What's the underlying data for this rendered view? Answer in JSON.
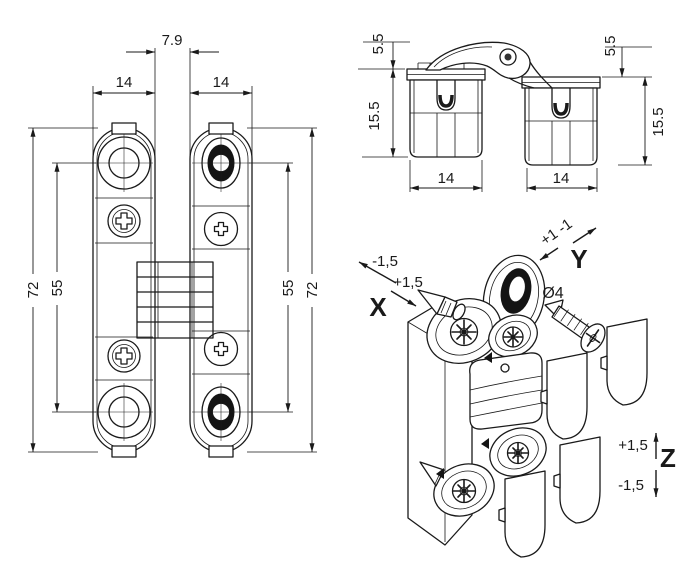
{
  "page": {
    "background": "#ffffff",
    "line_color": "#1a1a1a"
  },
  "front_view": {
    "dims": {
      "gap": "7.9",
      "plate_width_left": "14",
      "plate_width_right": "14",
      "overall_height_left": "72",
      "hole_spacing_left": "55",
      "hole_spacing_right": "55",
      "overall_height_right": "72"
    }
  },
  "side_view": {
    "dims": {
      "arm_clearance_left": "5.5",
      "body_depth_left": "15.5",
      "arm_clearance_right": "5.5",
      "body_depth_right": "15.5",
      "cup_width_left": "14",
      "cup_width_right": "14"
    }
  },
  "exploded_view": {
    "axis_x": {
      "label": "X",
      "neg": "-1,5",
      "pos": "+1,5"
    },
    "axis_y": {
      "label": "Y",
      "range": "+1 -1"
    },
    "axis_z": {
      "label": "Z",
      "pos": "+1,5",
      "neg": "-1,5"
    },
    "screw_diameter": "Ø4"
  }
}
